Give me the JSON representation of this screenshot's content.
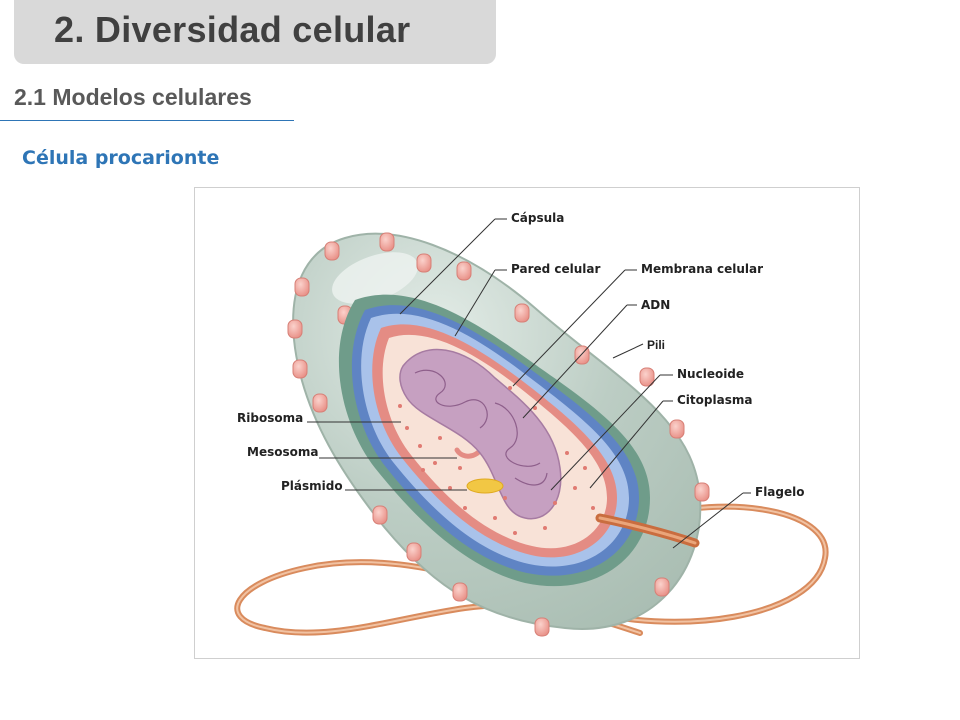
{
  "header": {
    "title": "2. Diversidad celular",
    "subtitle": "2.1 Modelos celulares",
    "section": "Célula procarionte"
  },
  "diagram": {
    "labels": {
      "capsula": "Cápsula",
      "pared_celular": "Pared celular",
      "membrana_celular": "Membrana celular",
      "adn": "ADN",
      "pili": "Pili",
      "nucleoide": "Nucleoide",
      "citoplasma": "Citoplasma",
      "ribosoma": "Ribosoma",
      "mesosoma": "Mesosoma",
      "plasmido": "Plásmido",
      "flagelo": "Flagelo"
    },
    "colors": {
      "capsule": "#b7c9c0",
      "capsule_highlight": "#dfe9e4",
      "cell_wall_green": "#6f9c8a",
      "cell_wall_blue": "#7fa6d8",
      "membrane_pink": "#e9928a",
      "cytoplasm": "#f7e0d6",
      "nucleoid": "#c9a3c3",
      "pili": "#f0a8a0",
      "flagellum": "#d9895a",
      "plasmid": "#f2c744"
    }
  }
}
